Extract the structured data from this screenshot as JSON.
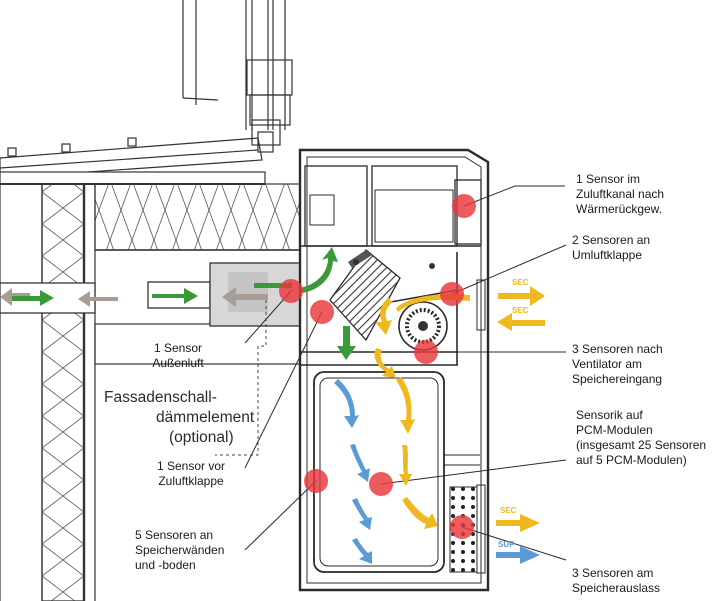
{
  "colors": {
    "green": "#3a9a3a",
    "blue": "#5b9bd5",
    "yellow": "#f0b820",
    "grey_arrow": "#a89d96",
    "sensor_red": "#e8373a",
    "line": "#2a2a2a"
  },
  "flow_tags": {
    "sec_top": "SEC",
    "sec_mid": "SEC",
    "sec_out": "SEC",
    "sup_out": "SUP"
  },
  "labels": {
    "sensor_supply_duct": [
      "1 Sensor im",
      "Zuluftkanal nach",
      "Wärmerückgew."
    ],
    "sensor_recirc_flap": [
      "2 Sensoren an",
      "Umluftklappe"
    ],
    "sensor_fan": [
      "3 Sensoren nach",
      "Ventilator am",
      "Speichereingang"
    ],
    "sensor_pcm": [
      "Sensorik auf",
      "PCM-Modulen",
      "(insgesamt 25 Sensoren",
      "auf 5 PCM-Modulen)"
    ],
    "sensor_outlet": [
      "3 Sensoren am",
      "Speicherauslass"
    ],
    "sensor_outside_air": [
      "1 Sensor",
      "Außenluft"
    ],
    "facade_element": [
      "Fassadenschall-",
      "dämmelement",
      "(optional)"
    ],
    "sensor_supply_flap": [
      "1 Sensor vor",
      "Zuluftklappe"
    ],
    "sensor_walls": [
      "5 Sensoren an",
      "Speicherwänden",
      "und -boden"
    ]
  }
}
